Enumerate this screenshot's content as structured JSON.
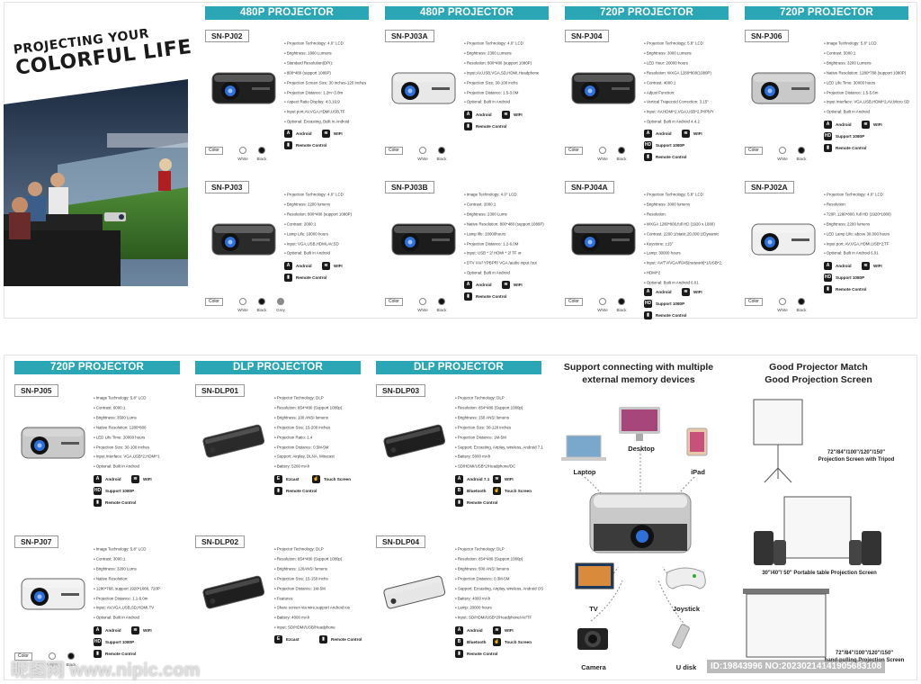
{
  "hero": {
    "line1": "PROJECTING YOUR",
    "line2": "COLORFUL LIFE"
  },
  "headers": [
    "480P PROJECTOR",
    "480P PROJECTOR",
    "720P PROJECTOR",
    "720P PROJECTOR",
    "720P PROJECTOR",
    "DLP PROJECTOR",
    "DLP PROJECTOR"
  ],
  "products": [
    {
      "model": "SN-PJ02",
      "specs": [
        "Projection Technology: 4.0\" LCD",
        "Brightness: 1800 Lumens",
        "Standard Resolution(DPI):",
        "800*480 (support 1080P)",
        "Projection Screen Size: 30 inches-120 inches",
        "Projection Distance: 1.2m~3.8m",
        "Aspect Ratio Display: 4:3,16:9",
        "Input port:AV,VGA,HDMI,USB,TF",
        "Optional: Excasting, Built in Android"
      ],
      "features": [
        "Android",
        "WIFI",
        "Remote Control"
      ],
      "color_label": "Color",
      "colors": [
        "White",
        "Black"
      ]
    },
    {
      "model": "SN-PJ03A",
      "specs": [
        "Projection Technology: 4.0\" LCD",
        "Brightness: 2300 Lumens",
        "Resolution: 800*480 (support 1080P)",
        "Input:AV,USB,VGA,SD,HDMI,Headphone",
        "Projection Size: 30-100 inchs",
        "Projection Distance: 1.5-3.0M",
        "Optional: Built in Android"
      ],
      "features": [
        "Android",
        "WIFI",
        "Remote Control"
      ],
      "color_label": "Color",
      "colors": [
        "White",
        "Black"
      ]
    },
    {
      "model": "SN-PJ04",
      "specs": [
        "Projection Technology: 5.8\" LCD",
        "Brightness: 3000 Lumens",
        "LED Hour: 20000 hours",
        "Resolution: WXGA 1280*800(1080P)",
        "Contrast: 4000:1",
        "Adjust Function:",
        "Vertical Trapezoid Correction: 3.15\"",
        "Input: AV,HDMI*2,VGA,USB*2,Pr/Pb/Y",
        "Optional: Built in Android 4.4.2"
      ],
      "features": [
        "Android",
        "WIFI",
        "Support 1080P",
        "Remote Control"
      ],
      "color_label": "Color",
      "colors": [
        "White",
        "Black"
      ]
    },
    {
      "model": "SN-PJ06",
      "specs": [
        "Image Technology: 5.8\" LCD",
        "Contrast: 5000:1",
        "Brightness: 3200 Lumens",
        "Native Resolution: 1280*768 (support 1080P)",
        "LED Life Time: 30000 hours",
        "Projection Distance: 1.5-5.6m",
        "Input Interface: VGA,USB,HDMI*2,AV,Micro SD",
        "Optional: Built in Android"
      ],
      "features": [
        "Android",
        "WIFI",
        "Support 1080P",
        "Remote Control"
      ],
      "color_label": "Color",
      "colors": [
        "White",
        "Black"
      ]
    },
    {
      "model": "SN-PJ03",
      "specs": [
        "Projection Technology: 4.0\" LCD",
        "Brightness: 2200 lumens",
        "Resolution: 800*480 (support 1080P)",
        "Contrast: 2000:1",
        "Lamp Life: 18000 hours",
        "Input: VGA,USB,HDMI,AV,SD",
        "Optional: Built in Android"
      ],
      "features": [
        "Android",
        "WIFI",
        "Remote Control"
      ],
      "color_label": "Color",
      "colors": [
        "White",
        "Black",
        "Grey"
      ]
    },
    {
      "model": "SN-PJ03B",
      "specs": [
        "Image Technology: 4.0\" LCD",
        "Contrast: 2000:1",
        "Brightness: 2300 Lums",
        "Native Resolution: 800*480 (support 1080P)",
        "Lamp life: 20000hours",
        "Projection Distance: 1.2-6.0M",
        "Input: USB * 2/ HDMI * 2/ TF or",
        "DTV /AV/ YPBPR/ VGA /audio input /out",
        "Optional: Built in Android"
      ],
      "features": [
        "Android",
        "WIFI",
        "Remote Control"
      ],
      "color_label": "Color",
      "colors": [
        "White",
        "Black"
      ]
    },
    {
      "model": "SN-PJ04A",
      "specs": [
        "Projection Technology: 5.8\" LCD",
        "Brightness: 3000 lumens",
        "Resolution:",
        "WXGA 1280*800,full HD (1920 x 1080)",
        "Contrast: 2200:1/static,20,000:1/Dynamic",
        "Keystone: ±15°",
        "Lamp: 30000 hours",
        "Input: AV/TV/VGA/RJ45(network)*1/USB*2,",
        "HDMI*2",
        "Optional: Built in Android 6.01"
      ],
      "features": [
        "Android",
        "WIFI",
        "Support 1080P",
        "Remote Control"
      ],
      "color_label": "Color",
      "colors": [
        "White",
        "Black"
      ]
    },
    {
      "model": "SN-PJ02A",
      "specs": [
        "Projection Technology: 4.0\" LCD",
        "Resolution:",
        "720P, 1280*800, full HD (1920*1080)",
        "Brightness: 2200 lumens",
        "LED Lamp Life: above 30,000 hours",
        "Input port: AV,VGA,HDMI,USB*2,TF",
        "Optional: Built in Android 6.01"
      ],
      "features": [
        "Android",
        "WIFI",
        "Support 1080P",
        "Remote Control"
      ],
      "color_label": "Color",
      "colors": [
        "White",
        "Black"
      ]
    },
    {
      "model": "SN-PJ05",
      "specs": [
        "Image Technology: 5.8\" LCD",
        "Contrast: 6000:1",
        "Brightness: 3500 Lums",
        "Native Resolution: 1280*800",
        "LED Life Time: 20000 hours",
        "Projection Size: 30-100 inches",
        "Input Interface: VGA,USB*2,HDMI*1",
        "Optional: Built in Android"
      ],
      "features": [
        "Android",
        "WIFI",
        "Support 1080P",
        "Remote Control"
      ]
    },
    {
      "model": "SN-DLP01",
      "specs": [
        "Projector Technology: DLP",
        "Resolution: 854*480 (Support 1080p)",
        "Brightness: 100 ANSI lumens",
        "Projection Size: 15-200 inches",
        "Projection Ratio: 1.4",
        "Projection Distance: 0.5M-5M",
        "Support: Airplay, DLNA, Miracast",
        "Battery: 5200 mAh"
      ],
      "features": [
        "Ezcast",
        "Touch Screen",
        "Remote Control"
      ]
    },
    {
      "model": "SN-DLP03",
      "specs": [
        "Projector Technology: DLP",
        "Resolution: 854*480 (Support 1080p)",
        "Brightness: 150 ANSI lumens",
        "Projection Size: 30-120 inches",
        "Projection Distance: 1M-5M",
        "Support: Ezcasting, Airplay, wireless, Android 7.1",
        "Battery: 5000 mAh",
        "SD/HDMI/USB*2/Headphone/DC"
      ],
      "features": [
        "Android 7.1",
        "WIFI",
        "Bluetooth",
        "Touch Screen",
        "Remote Control"
      ]
    },
    {
      "model": "SN-PJ07",
      "specs": [
        "Image Technology: 5.8\" LCD",
        "Contrast: 3000:1",
        "Brightness: 3200 Lums",
        "Native Resolution:",
        "1280*768, support 1920*1080, 720P",
        "Projection Distance: 1.1-6.0m",
        "Input: AV,VGA,USB,SD,HDMI,TV",
        "Optional: Built in Android"
      ],
      "features": [
        "Android",
        "WIFI",
        "Support 1080P",
        "Remote Control"
      ],
      "color_label": "Color",
      "colors": [
        "White",
        "Black"
      ]
    },
    {
      "model": "SN-DLP02",
      "specs": [
        "Projector Technology: DLP",
        "Resolution: 854*480 (Support 1080p)",
        "Brightness: 120ANSI lumens",
        "Projection Size: 15-150 inchs",
        "Projection Distance: 1M-5M",
        "Features:",
        "Share screen via wire,support Android ios",
        "Battery: 4000 mAh",
        "Input: SD/HDMI/USB/Headphone"
      ],
      "features": [
        "Ezcast",
        "Remote Control"
      ]
    },
    {
      "model": "SN-DLP04",
      "specs": [
        "Projector Technology: DLP",
        "Resolution: 854*480 (Support 1080p)",
        "Brightness: 500 ANSI lumens",
        "Projection Distance: 0.3M-5M",
        "Support: Ezcasting, Airplay, wireless, Android OS",
        "Battery: 4000 mAh",
        "Lamp: 20000 hours",
        "Input: SD/HDMI/USB*2/Headphone/AV/TF"
      ],
      "features": [
        "Android",
        "WIFI",
        "Bluetooth",
        "Touch Screen",
        "Remote Control"
      ]
    }
  ],
  "memory": {
    "title1": "Support connecting with multiple",
    "title2": "external memory devices",
    "devices": [
      "Desktop",
      "Laptop",
      "iPad",
      "TV",
      "Joystick",
      "Camera",
      "U disk"
    ]
  },
  "screens": {
    "title1": "Good Projector Match",
    "title2": "Good Projection Screen",
    "s1": "72\"/84\"/100\"/120\"/150\"",
    "s1b": "Projection Screen with Tripod",
    "s2": "30\"/40\"/ 50\" Portable table Projection Screen",
    "s3": "72\"/84\"/100\"/120\"/150\"",
    "s3b": "hand-pulling Projection Screen"
  },
  "watermark": {
    "left": "昵图网 www.nipic.com",
    "right": "ID:19843996 NO:20230214141905683108"
  },
  "colors": {
    "accent": "#2aa6b5"
  }
}
